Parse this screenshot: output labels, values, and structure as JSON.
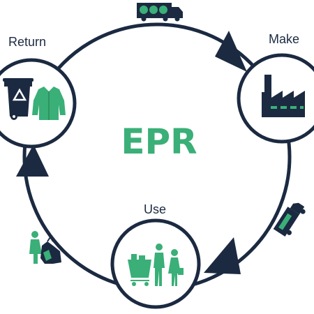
{
  "diagram": {
    "title": "EPR",
    "stages": {
      "return": {
        "label": "Return",
        "icon": "recycle-bin-and-jacket-icon"
      },
      "make": {
        "label": "Make",
        "icon": "factory-icon"
      },
      "use": {
        "label": "Use",
        "icon": "shopping-family-icon"
      }
    },
    "connectors": [
      {
        "from": "return",
        "to": "make",
        "icon": "money-truck-icon"
      },
      {
        "from": "make",
        "to": "use",
        "icon": "delivery-truck-icon"
      },
      {
        "from": "use",
        "to": "return",
        "icon": "person-with-trash-bags-icon"
      }
    ]
  },
  "colors": {
    "navy": "#1b2a41",
    "green": "#3aaf78",
    "white": "#ffffff"
  }
}
